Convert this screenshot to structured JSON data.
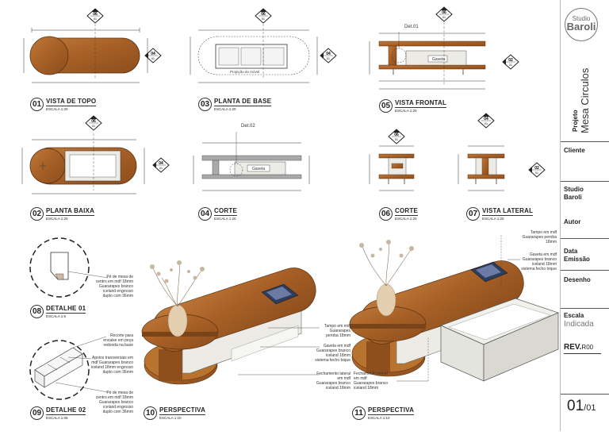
{
  "views": [
    {
      "num": "01",
      "title": "VISTA DE TOPO",
      "scale": "ESCALA 1:20"
    },
    {
      "num": "03",
      "title": "PLANTA DE BASE",
      "scale": "ESCALA 1:20"
    },
    {
      "num": "05",
      "title": "VISTA FRONTAL",
      "scale": "ESCALA 1:20"
    },
    {
      "num": "02",
      "title": "PLANTA BAIXA",
      "scale": "ESCALA 1:20"
    },
    {
      "num": "04",
      "title": "CORTE",
      "scale": "ESCALA 1:20"
    },
    {
      "num": "06",
      "title": "CORTE",
      "scale": "ESCALA 1:20"
    },
    {
      "num": "07",
      "title": "VISTA LATERAL",
      "scale": "ESCALA 1:20"
    },
    {
      "num": "08",
      "title": "DETALHE 01",
      "scale": "ESCALA 1:5"
    },
    {
      "num": "09",
      "title": "DETALHE 02",
      "scale": "ESCALA 1:05"
    },
    {
      "num": "10",
      "title": "PERSPECTIVA",
      "scale": "ESCALA 1:10"
    },
    {
      "num": "11",
      "title": "PERSPECTIVA",
      "scale": "ESCALA 1:10"
    }
  ],
  "markers": {
    "m06": "06",
    "m04": "04",
    "m02": "02",
    "sub": "01"
  },
  "drawing_labels": {
    "projecao": "Projeção do móvel",
    "gaveta": "Gaveta",
    "det01": "Det.01",
    "det02": "Det.02"
  },
  "notes": {
    "d01_pe": "Pé de mesa de centro em mdf 18mm Guararapes branco iceland engrosso duplo com 36mm",
    "d02_recorte": "Recorte para encaixe em peça redonda na base",
    "d02_apoios": "Apoios transversais em mdf Guararapes branco iceland 18mm engrosso duplo com 36mm",
    "d02_pe": "Pé de mesa de centro em mdf 18mm Guararapes branco iceland engrosso duplo com 36mm",
    "p10_tampo": "Tampo em mdf Guararapes peroba 18mm",
    "p10_gaveta": "Gaveta em mdf Guararapes branco iceland 18mm sistema fecho toque",
    "p10_fechamento": "Fechamento lateral em mdf Guararapes branco iceland 18mm",
    "p11_tampo": "Tampo em mdf Guararapes peroba 18mm",
    "p11_gaveta": "Gaveta em mdf Guararapes branco iceland 18mm sistema fecho toque",
    "p11_fechamento": "Fechamento lateral em mdf Guararapes branco iceland 18mm"
  },
  "title_block": {
    "logo_top": "Studio",
    "logo_bottom": "Baroli",
    "projeto_label": "Projeto",
    "projeto_value": "Mesa Circulos",
    "cliente": "Cliente",
    "studio_1": "Studio",
    "studio_2": "Baroli",
    "autor": "Autor",
    "data_1": "Data",
    "data_2": "Emissão",
    "desenho": "Desenho",
    "escala": "Escala",
    "escala_value": "Indicada",
    "rev": "REV.",
    "rev_value": "R00",
    "sheet": "01",
    "total": "/01"
  },
  "colors": {
    "wood": "#b06a2c",
    "wood_dark": "#7a4418",
    "white_part": "#ecebe6",
    "cad_gray": "#9a9a9a"
  }
}
